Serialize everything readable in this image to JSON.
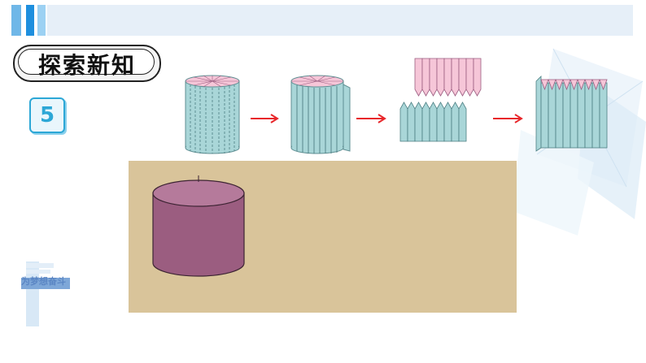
{
  "header": {
    "colors": {
      "bar_light": "#6fb7e8",
      "bar_dark": "#1e8fde",
      "bar_main": "#e6eff8"
    }
  },
  "section": {
    "title": "探索新知",
    "number": "5"
  },
  "diagram": {
    "steps": [
      "cylinder-sectors",
      "cylinder-cut-open",
      "split-halves",
      "near-cuboid"
    ],
    "arrow_icon": "right-arrow-icon",
    "colors": {
      "face": "#a9d6d8",
      "top": "#f6c6d8",
      "arrow": "#e8262a"
    }
  },
  "animation_panel": {
    "background": "#d9c49a",
    "cylinder_color": "#9b5d80"
  },
  "watermark": {
    "text": "为梦想奋斗"
  }
}
